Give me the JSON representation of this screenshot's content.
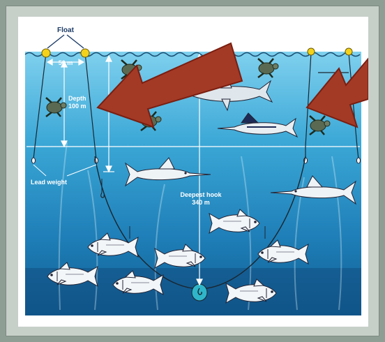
{
  "labels": {
    "float": "Float",
    "float_spacing": "50 m",
    "depth": "Depth",
    "depth_value": "100 m",
    "lead_weight": "Lead weight",
    "deepest_hook": "Deepest hook",
    "deepest_hook_value": "340 m"
  },
  "colors": {
    "background": "#8f9e94",
    "panel": "#c7cfc9",
    "water_surface": "#7fd0ee",
    "water_deep": "#0f5d92",
    "arrow": "#a33a26",
    "float": "#f4d21c"
  },
  "icons": [
    "float-icon",
    "turtle-icon",
    "shark-icon",
    "marlin-icon",
    "swordfish-icon",
    "tuna-icon",
    "hook-icon",
    "lead-weight-icon",
    "arrow-icon"
  ]
}
